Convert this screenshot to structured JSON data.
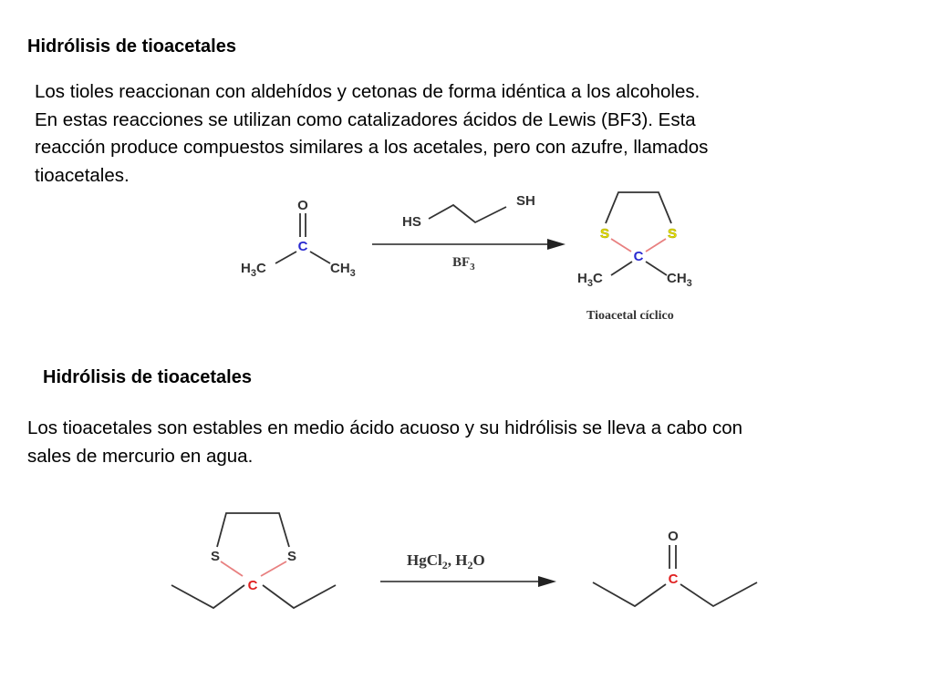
{
  "section1": {
    "heading": "Hidrólisis de tioacetales",
    "paragraph_lines": [
      "Los tioles reaccionan con aldehídos y cetonas de forma idéntica a los alcoholes.",
      "En estas reacciones se utilizan como catalizadores ácidos de Lewis (BF3). Esta",
      "reacción produce compuestos similares a los acetales, pero con azufre, llamados",
      "tioacetales."
    ],
    "scheme": {
      "reactant": {
        "o": "O",
        "c": "C",
        "left": "H",
        "left_sub": "3",
        "left_c": "C",
        "right": "CH",
        "right_sub": "3"
      },
      "reagent": {
        "hs": "HS",
        "sh": "SH"
      },
      "catalyst": {
        "main": "BF",
        "sub": "3"
      },
      "product": {
        "s_left": "S",
        "s_right": "S",
        "c": "C",
        "left": "H",
        "left_sub": "3",
        "left_c": "C",
        "right": "CH",
        "right_sub": "3"
      },
      "product_label": "Tioacetal cíclico"
    }
  },
  "section2": {
    "heading": "Hidrólisis de tioacetales",
    "paragraph_lines": [
      "Los tioacetales son estables en medio ácido acuoso y su hidrólisis se lleva a cabo con",
      "sales de mercurio en agua."
    ],
    "scheme": {
      "reactant": {
        "s_left": "S",
        "s_right": "S",
        "c": "C"
      },
      "reagent": {
        "a": "HgCl",
        "a_sub": "2",
        "sep": ", H",
        "b_sub": "2",
        "b": "O"
      },
      "product": {
        "o": "O",
        "c": "C"
      }
    }
  },
  "colors": {
    "carbon_blue": "#2a2ad0",
    "carbon_red": "#e02020",
    "sulfur_yellow": "#e8e000",
    "bond_pink": "#e88080"
  }
}
